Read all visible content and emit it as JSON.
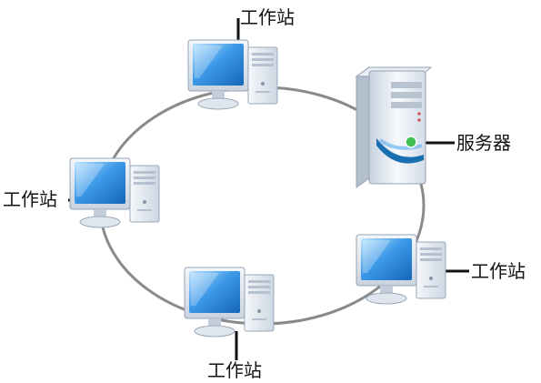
{
  "diagram": {
    "nodes": [
      {
        "id": "workstation-top",
        "type": "workstation",
        "label": "工作站"
      },
      {
        "id": "server",
        "type": "server",
        "label": "服务器"
      },
      {
        "id": "workstation-left",
        "type": "workstation",
        "label": "工作站"
      },
      {
        "id": "workstation-right",
        "type": "workstation",
        "label": "工作站"
      },
      {
        "id": "workstation-bottom",
        "type": "workstation",
        "label": "工作站"
      }
    ],
    "topology": "ring",
    "colors": {
      "ring": "#8a8a8a",
      "screen": "#2e8fe0",
      "case": "#e6ecf3",
      "server_accent": "#1a6fb0",
      "server_led": "#3fbf4f",
      "leader_line": "#111111"
    }
  }
}
